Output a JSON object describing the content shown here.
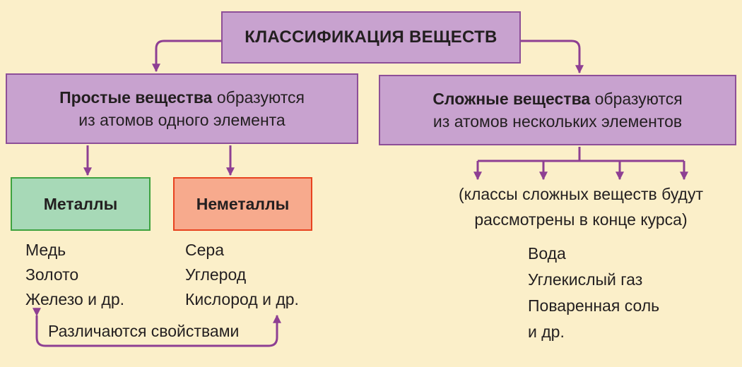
{
  "title": "КЛАССИФИКАЦИЯ ВЕЩЕСТВ",
  "simple": {
    "bold": "Простые вещества",
    "rest": " образуются",
    "line2": "из атомов одного элемента"
  },
  "complex": {
    "bold": "Сложные вещества",
    "rest": " образуются",
    "line2": "из атомов нескольких элементов"
  },
  "metals": {
    "label": "Металлы",
    "examples": [
      "Медь",
      "Золото",
      "Железо и др."
    ]
  },
  "nonmetals": {
    "label": "Неметаллы",
    "examples": [
      "Сера",
      "Углерод",
      "Кислород и др."
    ]
  },
  "complex_note": {
    "line1": "(классы сложных веществ будут",
    "line2": "рассмотрены в конце курса)"
  },
  "complex_examples": [
    "Вода",
    "Углекислый газ",
    "Поваренная соль",
    "и др."
  ],
  "difference_label": "Различаются свойствами",
  "colors": {
    "background": "#fbefc9",
    "purple_fill": "#c8a2cf",
    "purple_stroke": "#8d4f98",
    "arrow": "#8e3f93",
    "metal_fill": "#a7d9b7",
    "metal_stroke": "#3ea23f",
    "nonmetal_fill": "#f7aa8d",
    "nonmetal_stroke": "#e8431f"
  }
}
